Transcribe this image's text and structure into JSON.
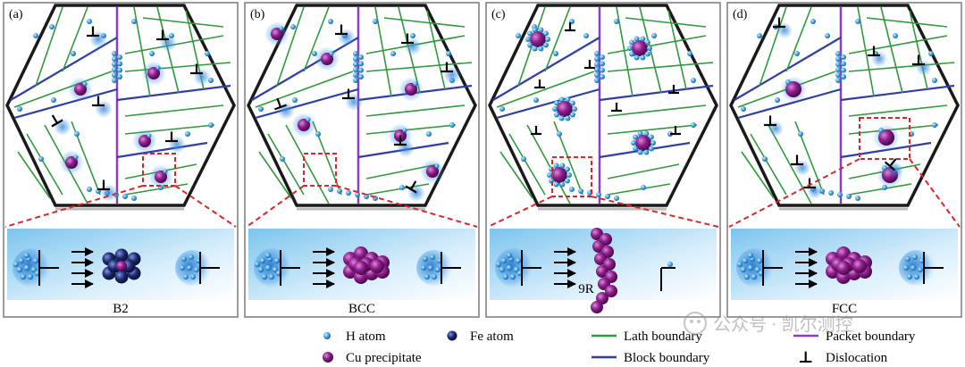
{
  "panels": [
    {
      "tag": "(a)",
      "caption": "B2"
    },
    {
      "tag": "(b)",
      "caption": "BCC"
    },
    {
      "tag": "(c)",
      "caption": "9R"
    },
    {
      "tag": "(d)",
      "caption": "FCC"
    }
  ],
  "legend": {
    "h_atom": "H atom",
    "fe_atom": "Fe atom",
    "lath_boundary": "Lath boundary",
    "packet_boundary": "Packet boundary",
    "cu_precipitate": "Cu precipitate",
    "block_boundary": "Block boundary",
    "dislocation_symbol": "⊥",
    "dislocation": "Dislocation"
  },
  "watermark": "公众号 · 凯尔测控",
  "colors": {
    "lath": "#2f9a3a",
    "block": "#2f3fa8",
    "packet": "#8a3fc0",
    "cu": "#8e1f8e",
    "fe": "#1c2a6e",
    "h": "#3b9de0",
    "red_dash": "#d8262b"
  }
}
